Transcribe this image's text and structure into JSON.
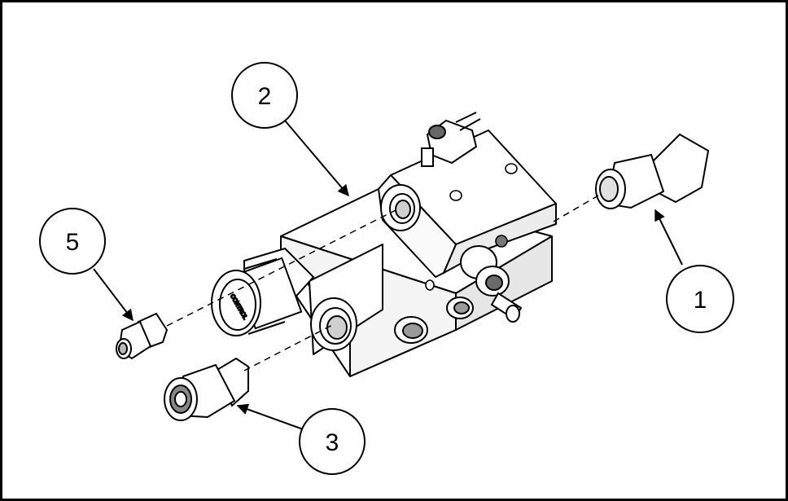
{
  "callouts": [
    {
      "id": "1",
      "label": "1"
    },
    {
      "id": "2",
      "label": "2"
    },
    {
      "id": "3",
      "label": "3"
    },
    {
      "id": "5",
      "label": "5"
    }
  ],
  "parts": {
    "cartridge_text": "CONTROL"
  },
  "colors": {
    "line": "#000000",
    "fill": "#ffffff",
    "shade": "#d9d9d9",
    "dark": "#6b6b6b"
  }
}
